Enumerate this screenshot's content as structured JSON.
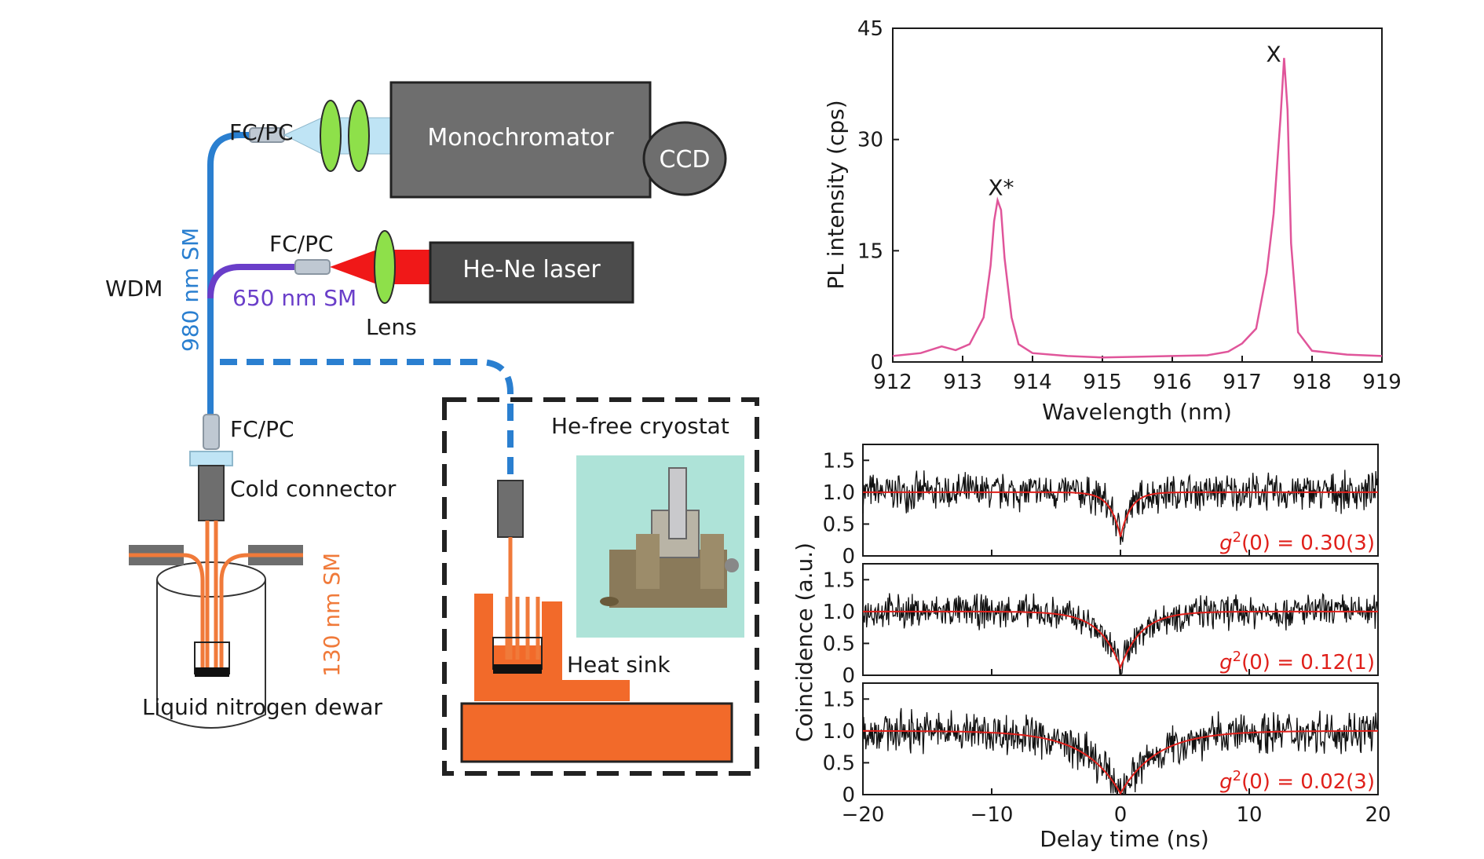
{
  "schematic": {
    "fc_pc_top": "FC/PC",
    "fc_pc_laser": "FC/PC",
    "fc_pc_lower": "FC/PC",
    "monochromator": "Monochromator",
    "ccd": "CCD",
    "laser": "He-Ne laser",
    "fiber_980": "980 nm SM",
    "fiber_650": "650 nm SM",
    "fiber_130": "130 nm SM",
    "wdm": "WDM",
    "lens": "Lens",
    "cold_connector": "Cold connector",
    "dewar": "Liquid nitrogen dewar",
    "cryostat": "He-free cryostat",
    "heat_sink": "Heat sink"
  },
  "colors": {
    "fiber_980": "#2a7fd0",
    "fiber_650": "#6a3ec9",
    "fiber_130": "#f07a3a",
    "heat_sink": "#f26a2a",
    "lens": "#8ee04a",
    "laser_beam": "#f01818",
    "box_gray": "#6e6e6e",
    "trace_pl": "#e0559a",
    "trace_g2": "#111111",
    "fit": "#e0201b"
  },
  "chart_data": [
    {
      "type": "line",
      "xlabel": "Wavelength (nm)",
      "ylabel": "PL intensity (cps)",
      "xlim": [
        912,
        919
      ],
      "ylim": [
        0,
        45
      ],
      "xticks": [
        "912",
        "913",
        "914",
        "915",
        "916",
        "917",
        "918",
        "919"
      ],
      "yticks": [
        "0",
        "15",
        "30",
        "45"
      ],
      "annotations": [
        {
          "text": "X*",
          "x": 913.55,
          "y": 22.5
        },
        {
          "text": "X",
          "x": 917.45,
          "y": 40.5
        }
      ],
      "series": [
        {
          "x": [
            912.0,
            912.4,
            912.7,
            912.9,
            913.1,
            913.3,
            913.4,
            913.45,
            913.5,
            913.55,
            913.6,
            913.7,
            913.8,
            914.0,
            914.5,
            915.0,
            915.5,
            916.0,
            916.5,
            916.8,
            917.0,
            917.2,
            917.35,
            917.45,
            917.55,
            917.6,
            917.65,
            917.7,
            917.8,
            918.0,
            918.5,
            919.0
          ],
          "y": [
            0.8,
            1.2,
            2.1,
            1.6,
            2.4,
            6.0,
            13.0,
            19.0,
            21.8,
            20.5,
            14.0,
            6.0,
            2.4,
            1.2,
            0.8,
            0.6,
            0.7,
            0.8,
            0.9,
            1.4,
            2.5,
            4.5,
            12.0,
            20.0,
            33.0,
            41.0,
            34.0,
            16.0,
            4.0,
            1.5,
            1.0,
            0.8
          ]
        }
      ]
    },
    {
      "type": "line",
      "xlabel": "Delay time (ns)",
      "ylabel": "Coincidence (a.u.)",
      "xlim": [
        -20,
        20
      ],
      "xticks": [
        "−20",
        "−10",
        "0",
        "10",
        "20"
      ],
      "panels": [
        {
          "ylim": [
            0,
            1.75
          ],
          "yticks": [
            "0",
            "0.5",
            "1.0",
            "1.5"
          ],
          "g2_label": "(0) = 0.30(3)",
          "dip_min": 0.3,
          "width_ns": 0.8,
          "noise": 0.22
        },
        {
          "ylim": [
            0,
            1.75
          ],
          "yticks": [
            "0",
            "0.5",
            "1.0",
            "1.5"
          ],
          "g2_label": "(0) = 0.12(1)",
          "dip_min": 0.12,
          "width_ns": 1.6,
          "noise": 0.2
        },
        {
          "ylim": [
            0,
            1.75
          ],
          "yticks": [
            "0",
            "0.5",
            "1.0",
            "1.5"
          ],
          "g2_label": "(0) = 0.02(3)",
          "dip_min": 0.02,
          "width_ns": 2.8,
          "noise": 0.25
        }
      ],
      "g2_prefix": "g",
      "g2_sup": "2"
    }
  ]
}
